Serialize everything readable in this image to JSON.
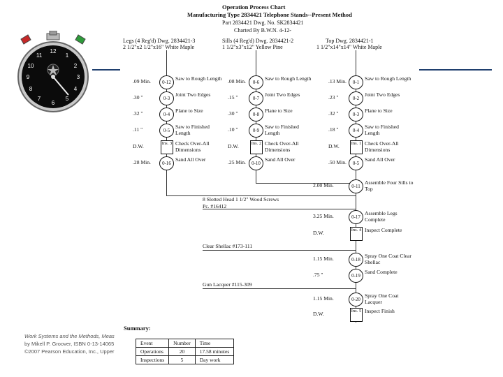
{
  "title": {
    "line1": "Operation Process Chart",
    "line2": "Manufacturing Type 2834421 Telephone Stands--Present Method",
    "line3": "Part 2834421 Dwg. No. SK2834421",
    "line4": "Charted By B.W.N. 4-12-"
  },
  "columns": {
    "legs": {
      "head1": "Legs (4 Reg'd) Dwg. 2834421-3",
      "head2": "2 1/2\"x2 1/2\"x16\" White Maple"
    },
    "sills": {
      "head1": "Sills (4 Reg'd) Dwg. 2834421-2",
      "head2": "1 1/2\"x3\"x12\" Yellow Pine"
    },
    "top": {
      "head1": "Top Dwg. 2834421-1",
      "head2": "1 1/2\"x14\"x14\" White Maple"
    }
  },
  "legs_steps": [
    {
      "time": ".09 Min.",
      "code": "0-12",
      "label": "Saw to Rough Length"
    },
    {
      "time": ".30 \"",
      "code": "0-3",
      "label": "Joint Two Edges"
    },
    {
      "time": ".32 \"",
      "code": "0-4",
      "label": "Plane to Size"
    },
    {
      "time": ".11 \"",
      "code": "0-5",
      "label": "Saw to Finished Length"
    },
    {
      "time": "D.W.",
      "code": "Ins. 3",
      "label": "Check Over-All Dimensions"
    },
    {
      "time": ".28 Min.",
      "code": "0-16",
      "label": "Sand All Over"
    }
  ],
  "sills_steps": [
    {
      "time": ".08 Min.",
      "code": "0-6",
      "label": "Saw to Rough Length"
    },
    {
      "time": ".15 \"",
      "code": "0-7",
      "label": "Joint Two Edges"
    },
    {
      "time": ".30 \"",
      "code": "0-8",
      "label": "Plane to Size"
    },
    {
      "time": ".10 \"",
      "code": "0-9",
      "label": "Saw to Finished Length"
    },
    {
      "time": "D.W.",
      "code": "Ins. 2",
      "label": "Check Over-All Dimensions"
    },
    {
      "time": ".25 Min.",
      "code": "0-10",
      "label": "Sand All Over"
    }
  ],
  "top_steps": [
    {
      "time": ".13 Min.",
      "code": "0-1",
      "label": "Saw to Rough Length"
    },
    {
      "time": ".23 \"",
      "code": "0-2",
      "label": "Joint Two Edges"
    },
    {
      "time": ".32 \"",
      "code": "0-3",
      "label": "Plane to Size"
    },
    {
      "time": ".18 \"",
      "code": "0-4",
      "label": "Saw to Finished Length"
    },
    {
      "time": "D.W.",
      "code": "Ins. 1",
      "label": "Check Over-All Dimensions"
    },
    {
      "time": ".50 Min.",
      "code": "0-5",
      "label": "Sand All Over"
    }
  ],
  "main_steps": [
    {
      "time": "2.00 Min.",
      "code": "0-11",
      "label": "Assemble Four Sills to Top"
    },
    {
      "time": "3.25 Min.",
      "code": "0-17",
      "label": "Assemble Legs Complete"
    },
    {
      "time": "D.W.",
      "code": "Ins. 4",
      "label": "Inspect Complete"
    },
    {
      "time": "1.15 Min.",
      "code": "0-18",
      "label": "Spray One Coat Clear Shellac"
    },
    {
      "time": ".75 \"",
      "code": "0-19",
      "label": "Sand Complete"
    },
    {
      "time": "1.15 Min.",
      "code": "0-20",
      "label": "Spray One Coat Lacquer"
    },
    {
      "time": "D.W.",
      "code": "Ins. 5",
      "label": "Inspect Finish"
    }
  ],
  "materials": {
    "screws1": "8 Slotted Head 1 1/2\" Wood Screws",
    "screws2": "Pc. #16412",
    "shellac": "Clear Shellac #173-111",
    "lacquer": "Gun Lacquer #115-309"
  },
  "summary": {
    "title": "Summary:",
    "headers": [
      "Event",
      "Number",
      "Time"
    ],
    "rows": [
      [
        "Operations",
        "20",
        "17.58 minutes"
      ],
      [
        "Inspections",
        "5",
        "Day work"
      ]
    ]
  },
  "credit": {
    "line1": "Work Systems and the Methods, Meas",
    "line2": "by Mikell P. Groover, ISBN 0-13-14065",
    "line3": "©2007 Pearson Education, Inc., Upper"
  },
  "colors": {
    "accent_line": "#1f3f6e"
  }
}
